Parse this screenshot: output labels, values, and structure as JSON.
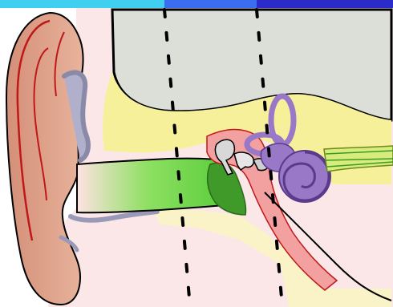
{
  "diagram": {
    "subject": "ear-anatomy",
    "regions": [
      {
        "id": "outer-ear",
        "color": "#3fd0f0"
      },
      {
        "id": "middle-ear",
        "color": "#3a6df0"
      },
      {
        "id": "inner-ear",
        "color": "#2b2bcc"
      }
    ],
    "structures": [
      {
        "name": "pinna",
        "fill": "#d99a80"
      },
      {
        "name": "ear-canal",
        "fill": "#6ad640"
      },
      {
        "name": "eardrum",
        "fill": "#3f9a2a"
      },
      {
        "name": "ossicles",
        "fill": "#d8d8d8"
      },
      {
        "name": "cochlea",
        "fill": "#9a78c8"
      },
      {
        "name": "semicircular-canals",
        "fill": "#9a78c8"
      },
      {
        "name": "eustachian-tube",
        "fill": "#f2a0a0"
      },
      {
        "name": "temporal-bone",
        "fill": "#f7f09a"
      },
      {
        "name": "skull-cavity",
        "fill": "#dcdfd8"
      },
      {
        "name": "auditory-nerve",
        "fill": "#d7ec7a"
      }
    ],
    "colors": {
      "background": "#ffffff",
      "skin": "#f9e4e4",
      "outline": "#000000",
      "cartilage": "#b0b0cc",
      "vessel": "#cc2020",
      "divider": "#000000"
    }
  }
}
